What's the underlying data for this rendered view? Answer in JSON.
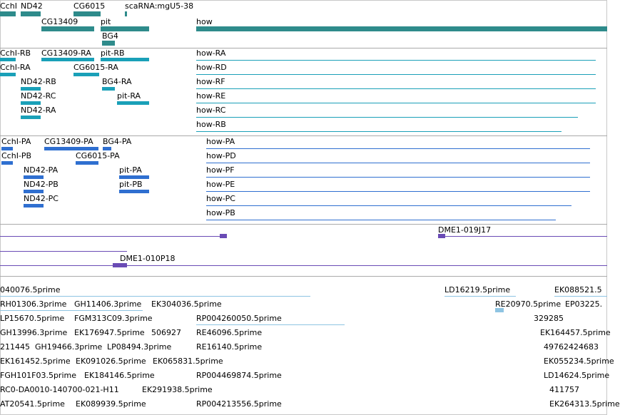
{
  "tracks": {
    "genes": {
      "labels": [
        "CchI",
        "ND42",
        "CG6015",
        "scaRNA:mgU5-38",
        "CG13409",
        "pit",
        "how",
        "BG4"
      ]
    },
    "transcripts": {
      "labels": [
        "CchI-RB",
        "CG13409-RA",
        "pit-RB",
        "how-RA",
        "CchI-RA",
        "CG6015-RA",
        "how-RD",
        "ND42-RB",
        "BG4-RA",
        "how-RF",
        "ND42-RC",
        "pit-RA",
        "how-RE",
        "ND42-RA",
        "how-RC",
        "how-RB"
      ]
    },
    "proteins": {
      "labels": [
        "CchI-PA",
        "CG13409-PA",
        "BG4-PA",
        "how-PA",
        "CchI-PB",
        "CG6015-PA",
        "how-PD",
        "ND42-PA",
        "pit-PA",
        "how-PF",
        "ND42-PB",
        "pit-PB",
        "how-PE",
        "ND42-PC",
        "how-PC",
        "how-PB"
      ]
    },
    "clones": {
      "labels": [
        "DME1-019J17",
        "DME1-010P18"
      ]
    },
    "ests": {
      "labels": [
        "040076.5prime",
        "LD16219.5prime",
        "EK088521.5",
        "RH01306.3prime",
        "GH11406.3prime",
        "EK304036.5prime",
        "RE20970.5prime",
        "EP03225.",
        "LP15670.5prime",
        "FGM313C09.3prime",
        "RP004260050.5prime",
        "329285",
        "GH13996.3prime",
        "EK176947.5prime",
        "506927",
        "RE46096.5prime",
        "EK164457.5prime",
        "211445",
        "GH19466.3prime",
        "LP08494.3prime",
        "RE16140.5prime",
        "49762424683",
        "EK161452.5prime",
        "EK091026.5prime",
        "EK065831.5prime",
        "EK055234.5prime",
        "FGH101F03.5prime",
        "EK184146.5prime",
        "RP004469874.5prime",
        "LD14624.5prime",
        "RC0-DA0010-140700-021-H11",
        "EK291938.5prime",
        "411757",
        "AT20541.5prime",
        "EK089939.5prime",
        "RP004213556.5prime",
        "EK264313.5prime"
      ]
    }
  },
  "colors": {
    "gene": "#2e8b8b",
    "transcript": "#1aa0b8",
    "protein": "#2f6fd0",
    "clone": "#6a4bb5",
    "est": "#8ec4e2"
  }
}
